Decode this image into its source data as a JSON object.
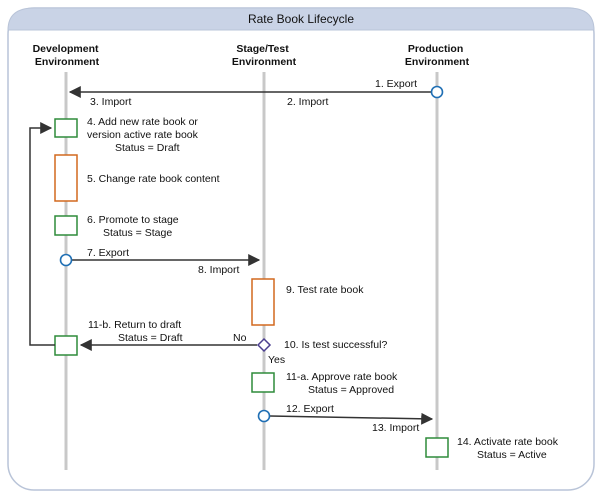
{
  "title": "Rate Book Lifecycle",
  "lanes": {
    "development": [
      "Development",
      "Environment"
    ],
    "stage": [
      "Stage/Test",
      "Environment"
    ],
    "production": [
      "Production",
      "Environment"
    ]
  },
  "steps": {
    "s1": "1. Export",
    "s2": "2. Import",
    "s3": "3. Import",
    "s4": [
      "4. Add new rate book or",
      "version active rate book",
      "Status = Draft"
    ],
    "s5": "5. Change rate book content",
    "s6": [
      "6. Promote to stage",
      "Status = Stage"
    ],
    "s7": "7. Export",
    "s8": "8. Import",
    "s9": "9. Test rate book",
    "s10": "10. Is test successful?",
    "no": "No",
    "yes": "Yes",
    "s11b": [
      "11-b. Return to draft",
      "Status = Draft"
    ],
    "s11a": [
      "11-a. Approve rate book",
      "Status = Approved"
    ],
    "s12": "12. Export",
    "s13": "13. Import",
    "s14": [
      "14. Activate rate book",
      "Status = Active"
    ]
  },
  "colors": {
    "lifeline": "#c8c8c8",
    "green_box": "#2e8b3a",
    "orange_box": "#d2691e",
    "blue_circle": "#1f6fb4",
    "decision": "#4b3f8f",
    "arrow": "#333333",
    "title_bar": "#c9d3e6",
    "border": "#b9c4d8"
  }
}
